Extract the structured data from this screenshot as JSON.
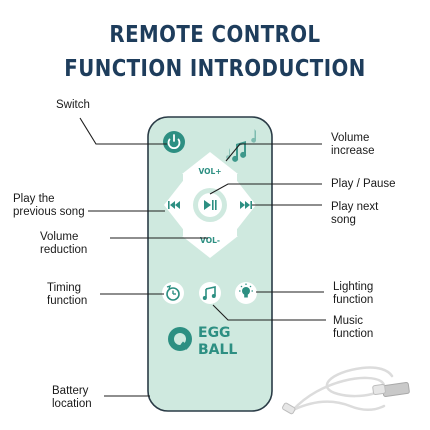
{
  "header": {
    "line1": "REMOTE CONTROL",
    "line2": "FUNCTION INTRODUCTION"
  },
  "labels": {
    "switch": "Switch",
    "volume_increase": [
      "Volume",
      "increase"
    ],
    "play_previous": [
      "Play the",
      "previous song"
    ],
    "play_pause": "Play / Pause",
    "play_next": [
      "Play next",
      "song"
    ],
    "volume_reduction": [
      "Volume",
      "reduction"
    ],
    "timing": [
      "Timing",
      "function"
    ],
    "lighting": [
      "Lighting",
      "function"
    ],
    "music": [
      "Music",
      "function"
    ],
    "battery": [
      "Battery",
      "location"
    ]
  },
  "remote": {
    "vol_up": "VOL+",
    "vol_down": "VOL-",
    "brand_top": "EGG",
    "brand_bottom": "BALL",
    "colors": {
      "body": "#cfe9df",
      "outline": "#2a3b46",
      "icon": "#2d8f82",
      "pad": "#ffffff",
      "title": "#1e3d5c"
    }
  },
  "icons": [
    "power-icon",
    "music-note-icon",
    "previous-track-icon",
    "play-pause-icon",
    "next-track-icon",
    "timer-icon",
    "music-icon",
    "bulb-icon",
    "usb-cable"
  ]
}
